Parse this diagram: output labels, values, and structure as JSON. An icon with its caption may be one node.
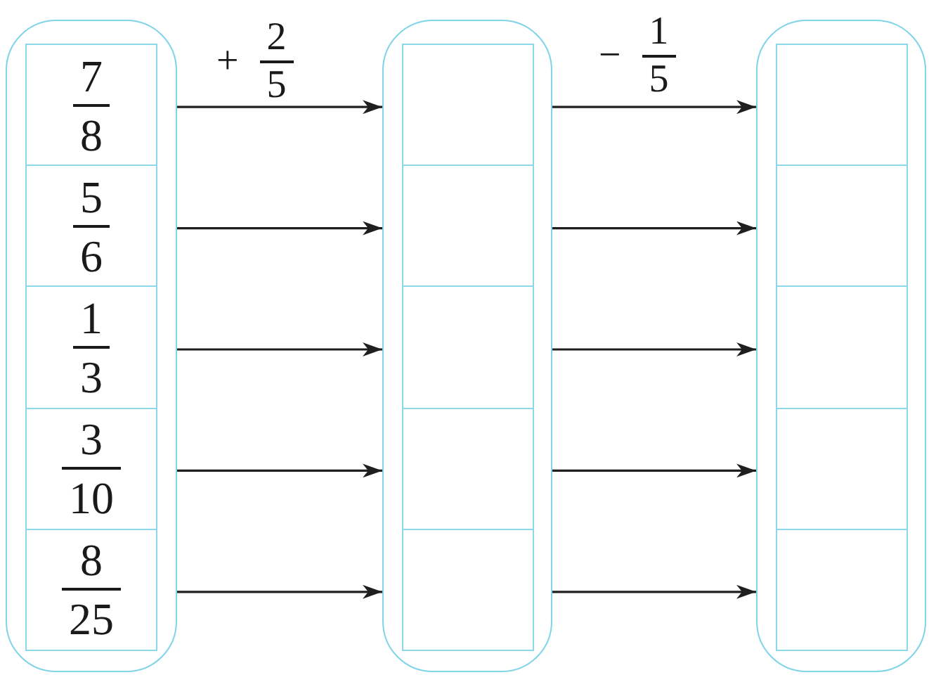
{
  "diagram": {
    "nodes": [
      {
        "text": [],
        "shape": "box"
      },
      {
        "text": [
          "7",
          "8"
        ],
        "in": 0
      },
      {
        "text": [
          "5",
          "6"
        ],
        "in": 0
      },
      {
        "text": [
          "1",
          "3"
        ],
        "in": 0
      },
      {
        "text": [
          "3",
          "10"
        ],
        "in": 0
      },
      {
        "text": [
          "8",
          "25"
        ],
        "in": 0
      },
      {
        "text": [],
        "shape": "box"
      },
      {
        "text": [],
        "shape": "box",
        "in": 6
      },
      {
        "text": [],
        "shape": "box",
        "in": 6
      },
      {
        "text": [],
        "shape": "box",
        "in": 6
      },
      {
        "text": [],
        "shape": "box",
        "in": 6
      },
      {
        "text": [],
        "shape": "box",
        "in": 6
      },
      {
        "text": [],
        "shape": "box"
      },
      {
        "text": [],
        "shape": "box",
        "in": 12
      },
      {
        "text": [],
        "shape": "box",
        "in": 12
      },
      {
        "text": [],
        "shape": "box",
        "in": 12
      },
      {
        "text": [],
        "shape": "box",
        "in": 12
      },
      {
        "text": [],
        "shape": "box",
        "in": 12
      }
    ],
    "edges": [
      {
        "from": 1,
        "to": 7,
        "arrow": "to"
      },
      {
        "from": 2,
        "to": 8,
        "arrow": "to"
      },
      {
        "from": 3,
        "to": 9,
        "arrow": "to"
      },
      {
        "from": 4,
        "to": 10,
        "arrow": "to"
      },
      {
        "from": 5,
        "to": 11,
        "arrow": "to"
      },
      {
        "from": 7,
        "to": 13,
        "arrow": "to"
      },
      {
        "from": 8,
        "to": 14,
        "arrow": "to"
      },
      {
        "from": 9,
        "to": 15,
        "arrow": "to"
      },
      {
        "from": 10,
        "to": 16,
        "arrow": "to"
      },
      {
        "from": 11,
        "to": 17,
        "arrow": "to"
      }
    ],
    "labels": [
      "+",
      "2",
      "5",
      "−",
      "1",
      "5"
    ]
  }
}
